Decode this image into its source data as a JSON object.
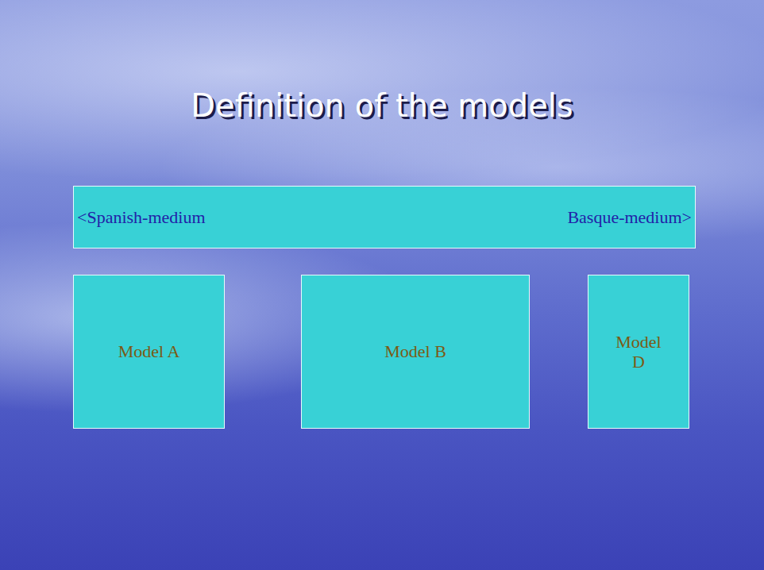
{
  "diagram": {
    "title": "Definition of the models",
    "nodes": [
      {
        "text": [
          "<Spanish-medium",
          "Basque-medium>"
        ]
      },
      {
        "text": [
          "Model A"
        ]
      },
      {
        "text": [
          "Model B"
        ]
      },
      {
        "text": [
          "Model D"
        ]
      }
    ]
  }
}
